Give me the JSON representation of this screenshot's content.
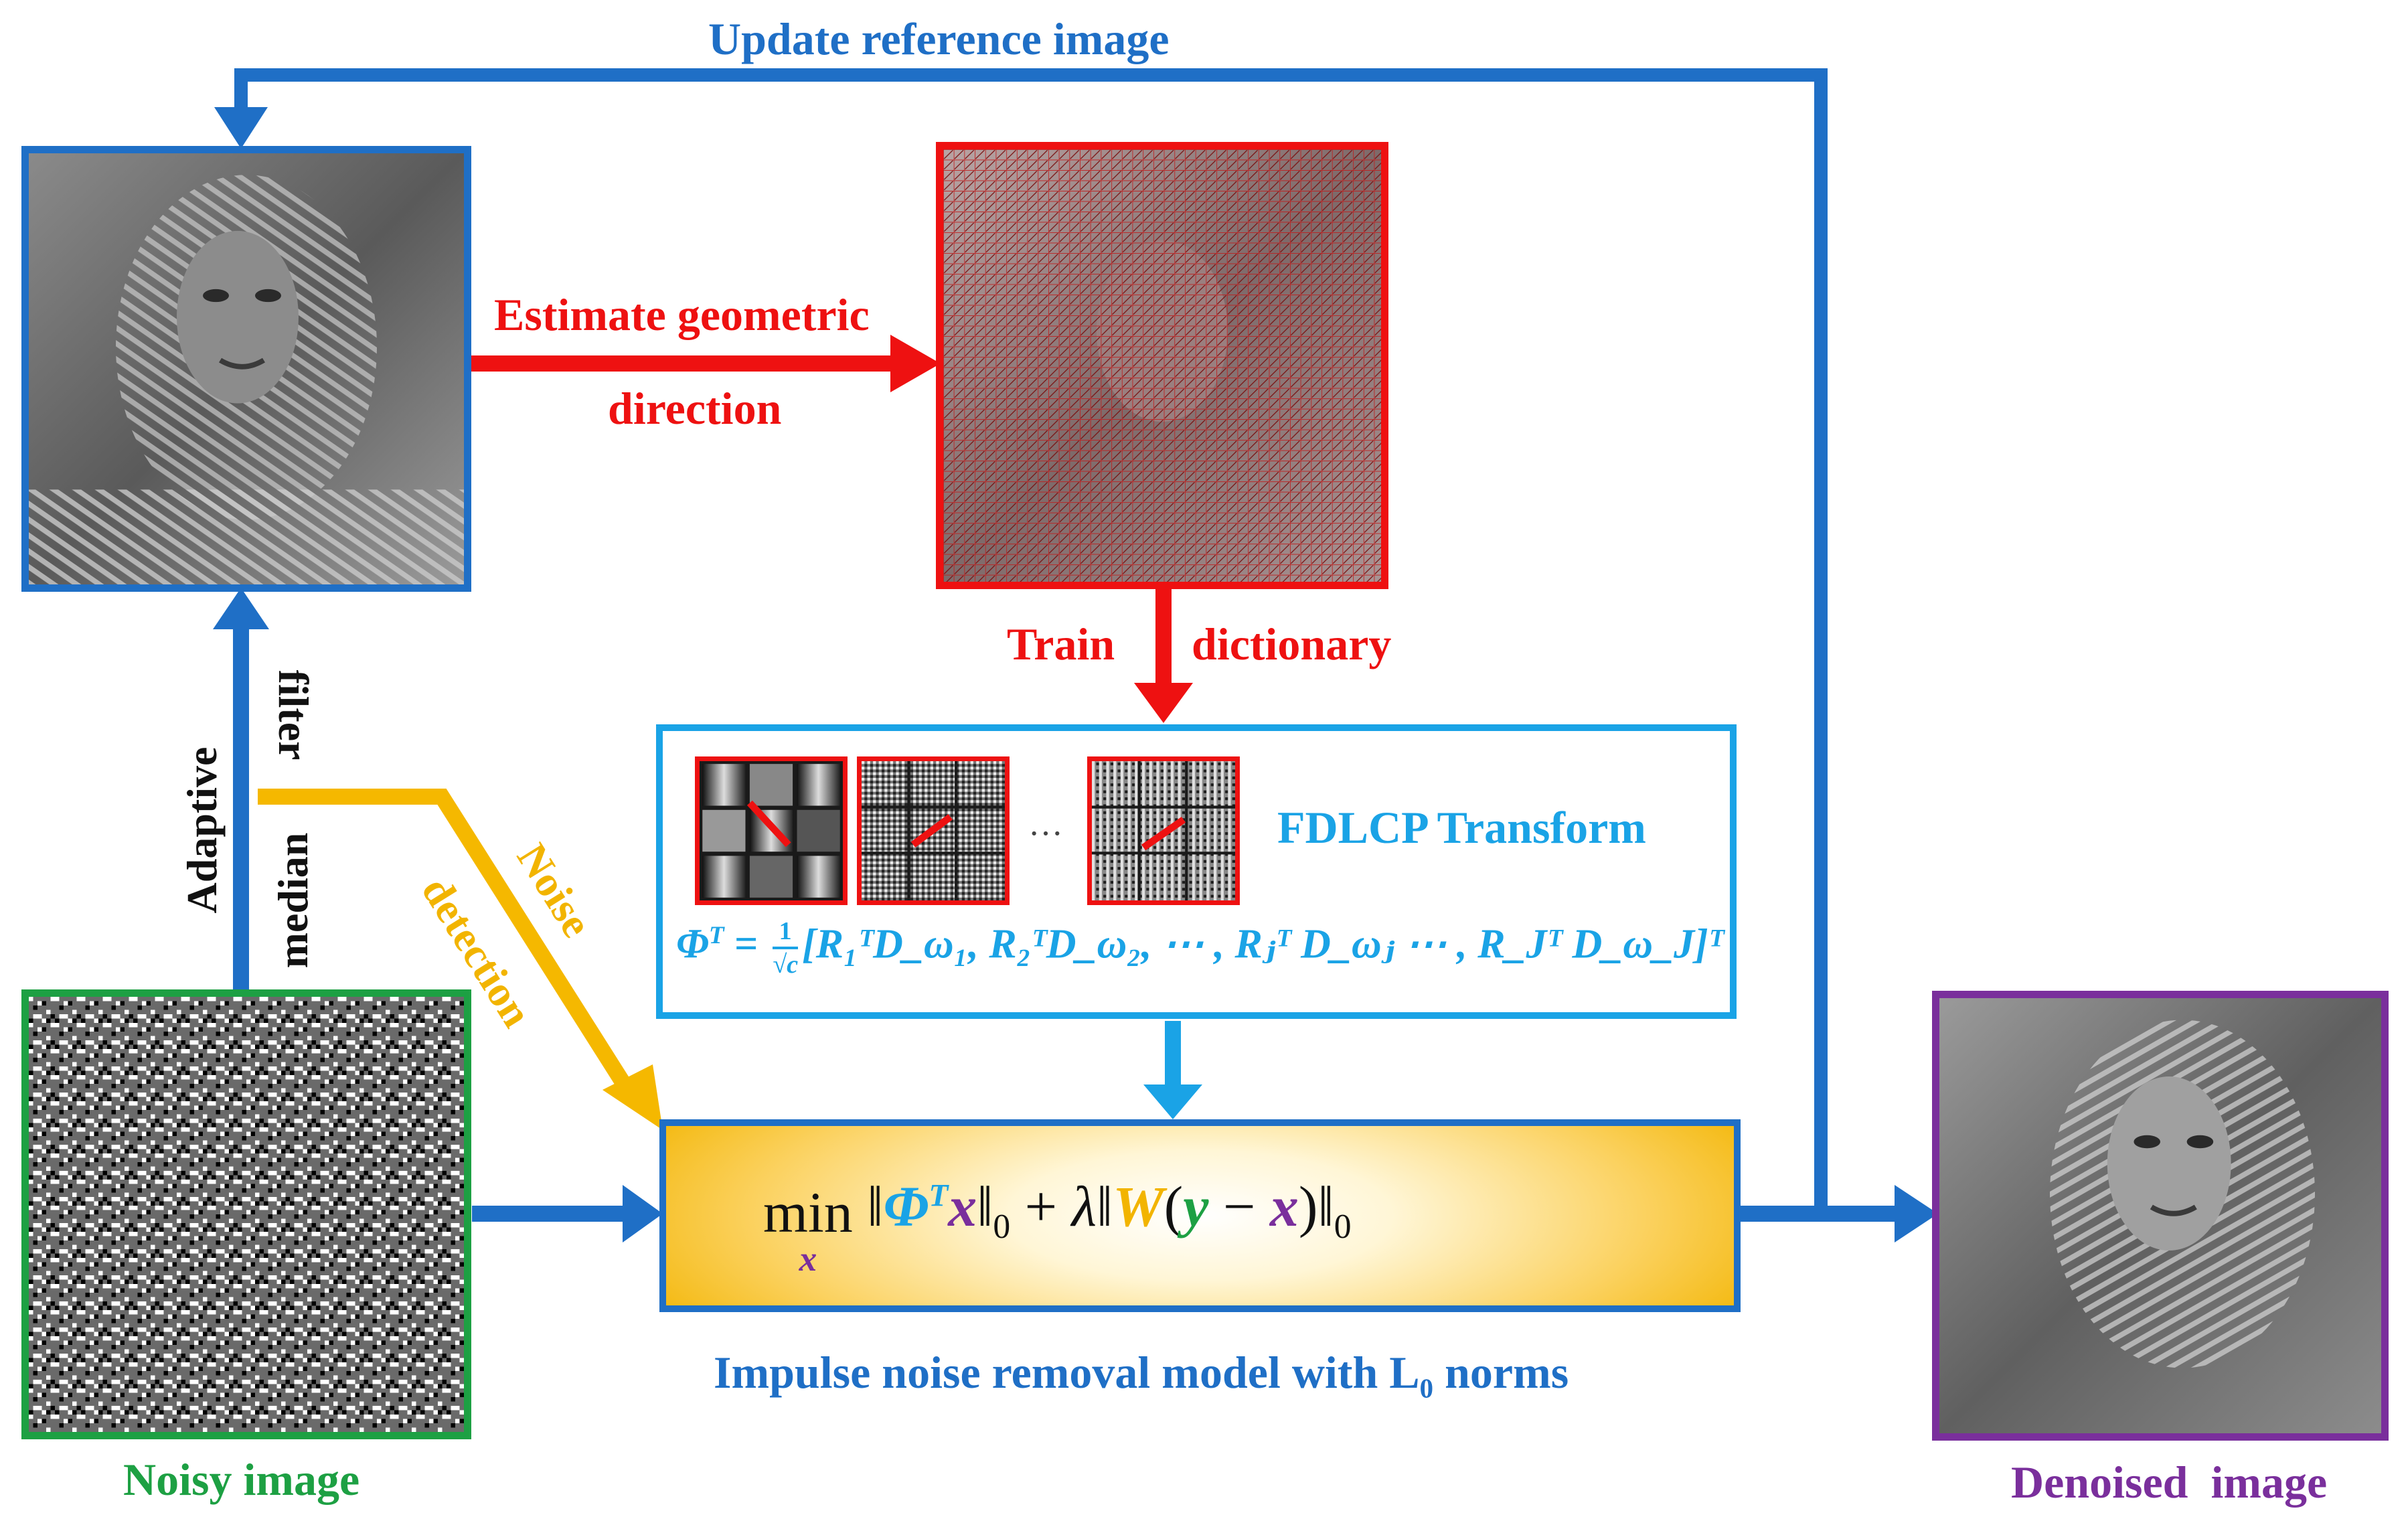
{
  "labels": {
    "update_reference": "Update reference image",
    "estimate_line1": "Estimate geometric",
    "estimate_line2": "direction",
    "train": "Train",
    "dictionary": "dictionary",
    "adaptive": "Adaptive",
    "median": "median",
    "filter": "filter",
    "noise": "Noise",
    "detection": "detection",
    "fdlcp": "FDLCP Transform",
    "ellipsis": "···",
    "noisy_image": "Noisy image",
    "denoised_image": "Denoised  image",
    "model_caption_pre": "Impulse noise removal model with L",
    "model_caption_sub": "0",
    "model_caption_post": " norms"
  },
  "formula": {
    "phi": "Φ",
    "T": "T",
    "eq": " = ",
    "frac_num": "1",
    "frac_den": "√c",
    "terms": "[R₁ᵀD_ω₁, R₂ᵀD_ω₂, ⋯ , Rⱼᵀ D_ωⱼ ⋯ , R_Jᵀ D_ω_J]ᵀ"
  },
  "model": {
    "min": "min",
    "min_sub": "x",
    "phi": "Φ",
    "T": "T",
    "x": "x",
    "norm0": "0",
    "plus": "+",
    "lambda": "λ",
    "W": "W",
    "y": "y",
    "minus": "−"
  },
  "colors": {
    "blue": "#1f6fc6",
    "red": "#ee1111",
    "green": "#1da043",
    "purple": "#7a2f9c",
    "orange": "#f2b400",
    "cyan": "#1aa3e6"
  }
}
